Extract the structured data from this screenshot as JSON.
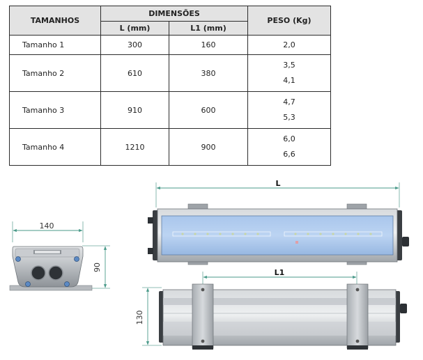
{
  "table": {
    "headers": {
      "sizes": "TAMANHOS",
      "dimensions": "DIMENSÕES",
      "l": "L (mm)",
      "l1": "L1 (mm)",
      "weight": "PESO (Kg)"
    },
    "rows": [
      {
        "size": "Tamanho 1",
        "l": "300",
        "l1": "160",
        "weights": [
          "2,0"
        ]
      },
      {
        "size": "Tamanho 2",
        "l": "610",
        "l1": "380",
        "weights": [
          "3,5",
          "4,1"
        ]
      },
      {
        "size": "Tamanho 3",
        "l": "910",
        "l1": "600",
        "weights": [
          "4,7",
          "5,3"
        ]
      },
      {
        "size": "Tamanho 4",
        "l": "1210",
        "l1": "900",
        "weights": [
          "6,0",
          "6,6"
        ]
      }
    ]
  },
  "drawing": {
    "end_width": "140",
    "end_height": "90",
    "side_height": "130",
    "length_label": "L",
    "mount_label": "L1"
  }
}
